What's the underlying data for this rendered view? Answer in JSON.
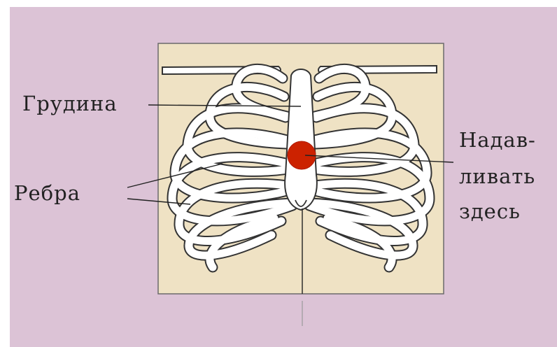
{
  "labels": {
    "sternum": "Грудина",
    "ribs": "Ребра",
    "press_line1": "Надав-",
    "press_line2": "ливать",
    "press_line3": "здесь"
  },
  "colors": {
    "background": "#dcc3d6",
    "panel": "#efe2c4",
    "bone": "#ffffff",
    "outline": "#3a3a3a",
    "press_point": "#cc2200"
  }
}
